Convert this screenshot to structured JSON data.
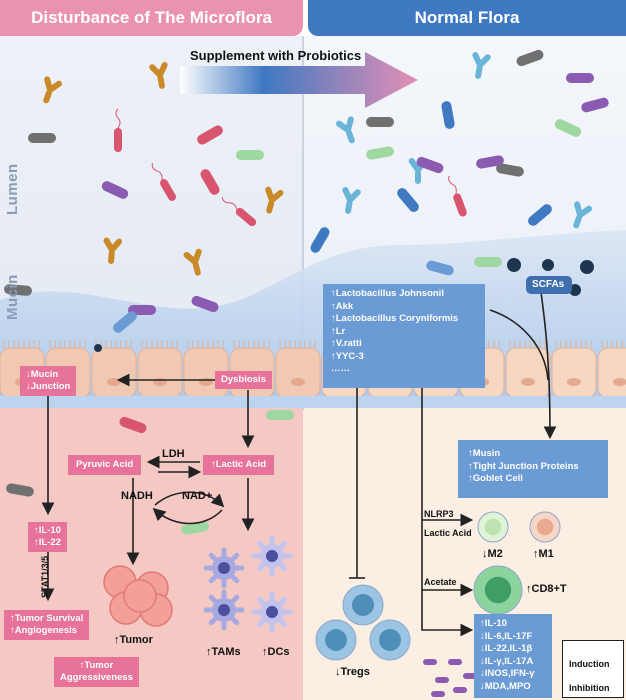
{
  "header": {
    "left_title": "Disturbance of The Microflora",
    "right_title": "Normal Flora"
  },
  "arrow_label": "Supplement with Probiotics",
  "layers": {
    "lumen": "Lumen",
    "mucin": "Mucin"
  },
  "left": {
    "dysbiosis": "Dysbiosis",
    "mucin_junction": [
      "↓Mucin",
      "↓Junction"
    ],
    "pyruvic_acid": "Pyruvic Acid",
    "lactic_acid": "↑Lactic Acid",
    "ldh": "LDH",
    "nadh": "NADH",
    "nad": "NAD+",
    "il": [
      "↑IL-10",
      "↑IL-22"
    ],
    "stat": "STAT1/3/5",
    "tumor_survival": [
      "↑Tumor Survival",
      "↑Angiogenesis"
    ],
    "tumor": "↑Tumor",
    "tumor_aggr": [
      "↑Tumor",
      "Aggressiveness"
    ],
    "tams": "↑TAMs",
    "dcs": "↑DCs"
  },
  "right": {
    "probiotics": [
      "↑Lactobacillus Johnsonil",
      "↑Akk",
      "↑Lactobacillus Coryniformis",
      "↑Lr",
      "↑V.ratti",
      "↑YYC-3",
      "……"
    ],
    "scfas": "SCFAs",
    "barrier": [
      "↑Musin",
      "↑Tight Junction Proteins",
      "↑Goblet Cell"
    ],
    "nlrp3": "NLRP3",
    "lactic_acid": "Lactic Acid",
    "m2": "↓M2",
    "m1": "↑M1",
    "acetate": "Acetate",
    "cd8": "↑CD8+T",
    "cytokines": [
      "↑IL-10",
      "↓IL-6,IL-17F",
      "↓IL-22,IL-1β",
      "↓IL-γ,IL-17A",
      "↓INOS,IFN-γ",
      "↓MDA,MPO"
    ],
    "tregs": "↓Tregs"
  },
  "legend": {
    "induction": "Induction",
    "inhibition": "Inhibition"
  },
  "colors": {
    "pink": "#e8739a",
    "blue": "#3f79c2",
    "light_blue_box": "#6a9bd4",
    "bacteria_orange": "#c98a2a",
    "bacteria_gray": "#707070",
    "bacteria_red": "#d9546e",
    "bacteria_purple": "#8a5bb0",
    "bacteria_green": "#9fd7a0"
  }
}
